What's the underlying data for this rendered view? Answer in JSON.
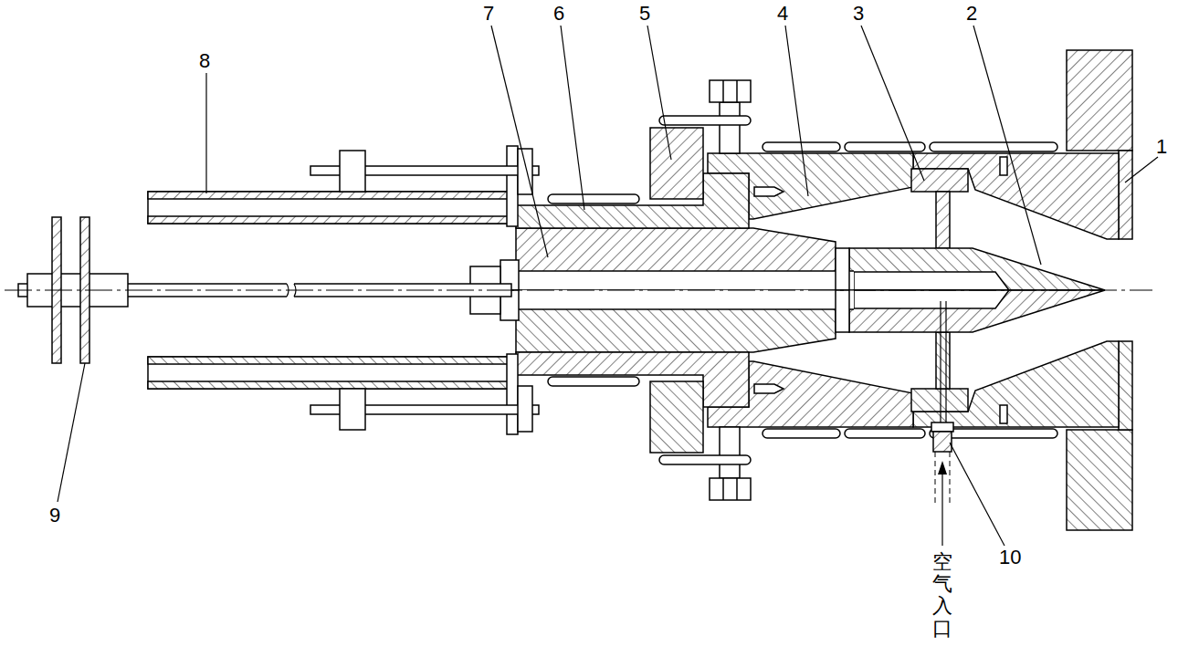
{
  "diagram": {
    "labels": [
      "1",
      "2",
      "3",
      "4",
      "5",
      "6",
      "7",
      "8",
      "9",
      "10",
      "空气入口"
    ]
  }
}
